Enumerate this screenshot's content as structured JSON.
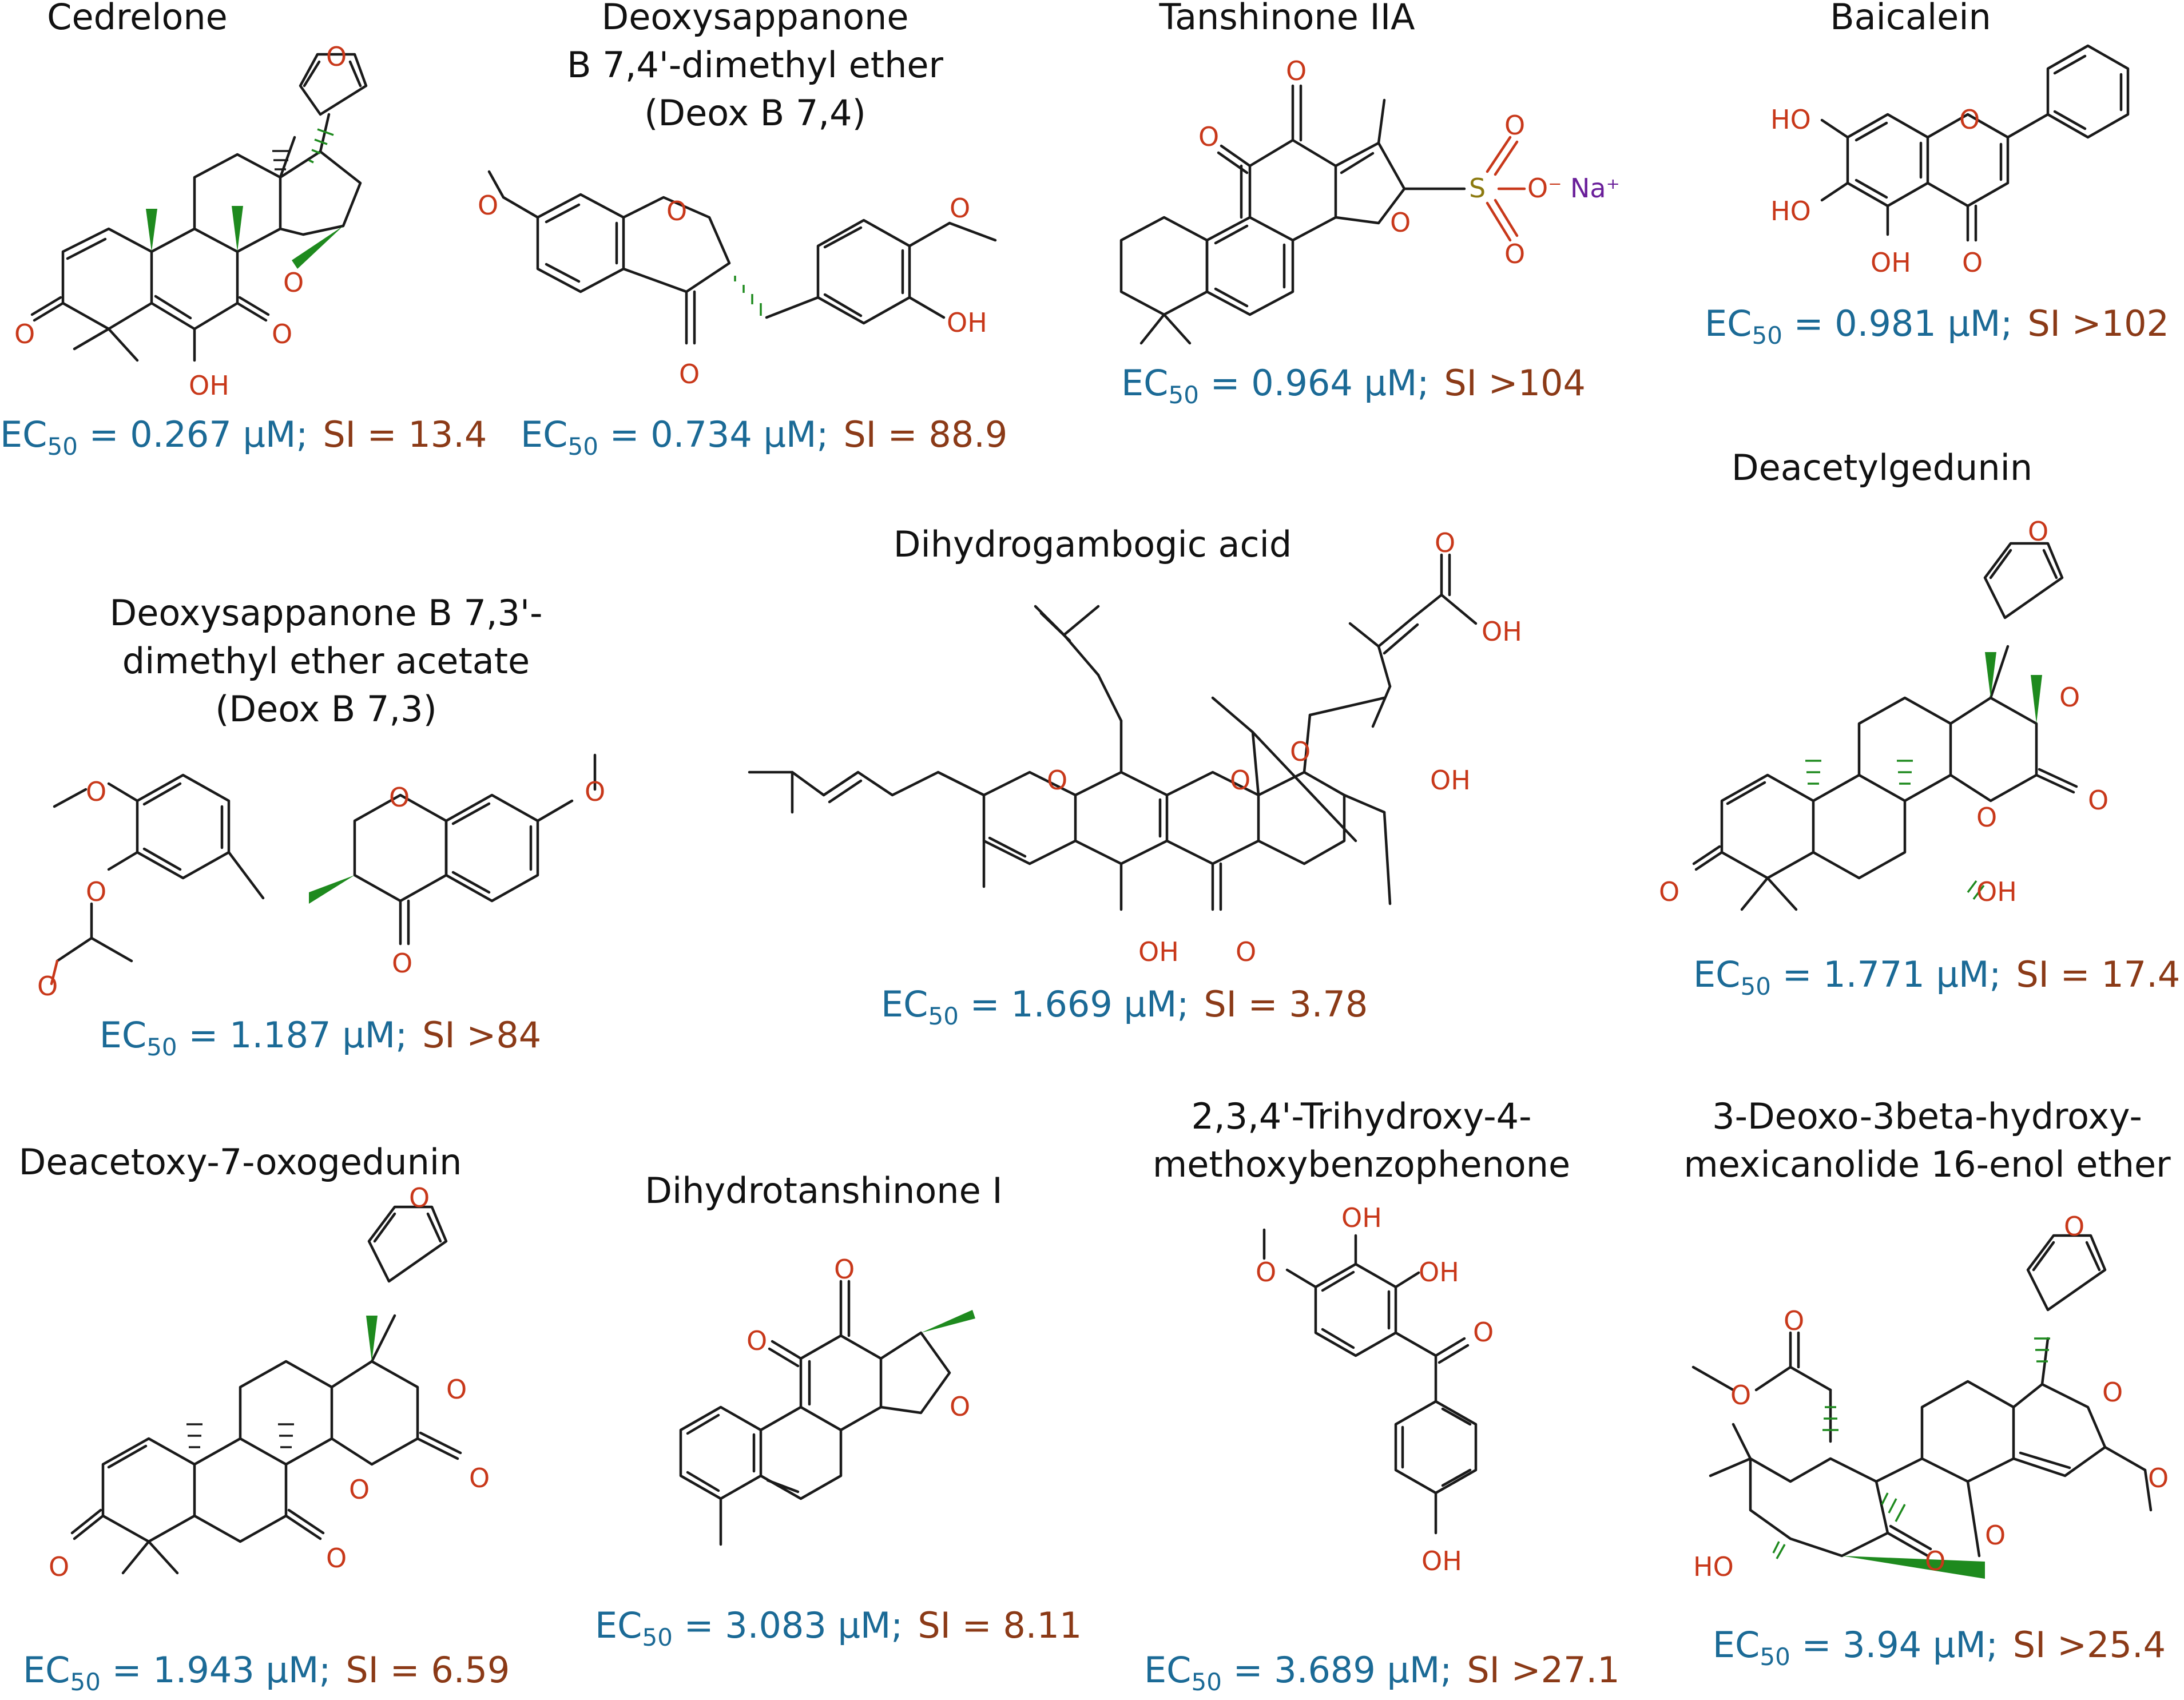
{
  "compounds": [
    {
      "id": "cedrelone",
      "name_lines": [
        "Cedrelone"
      ],
      "ec50_prefix": "EC",
      "ec50_sub": "50",
      "ec50_value": " = 0.267 μM;",
      "si_text": "SI = 13.4",
      "atoms": [
        "O",
        "O",
        "O",
        "OH",
        "O"
      ]
    },
    {
      "id": "deox-b-74",
      "name_lines": [
        "Deoxysappanone",
        "B 7,4'-dimethyl ether",
        "(Deox B 7,4)"
      ],
      "ec50_prefix": "EC",
      "ec50_sub": "50",
      "ec50_value": " = 0.734 μM;",
      "si_text": "SI = 88.9",
      "atoms": [
        "O",
        "O",
        "O",
        "O",
        "OH"
      ]
    },
    {
      "id": "tanshinone-iia",
      "name_lines": [
        "Tanshinone IIA"
      ],
      "ec50_prefix": "EC",
      "ec50_sub": "50",
      "ec50_value": " = 0.964 μM;",
      "si_text": "SI >104",
      "atoms": [
        "O",
        "O",
        "O",
        "S",
        "O",
        "O",
        "O⁻",
        "Na⁺"
      ]
    },
    {
      "id": "baicalein",
      "name_lines": [
        "Baicalein"
      ],
      "ec50_prefix": "EC",
      "ec50_sub": "50",
      "ec50_value": " = 0.981 μM;",
      "si_text": "SI >102",
      "atoms": [
        "HO",
        "HO",
        "OH",
        "O",
        "O"
      ]
    },
    {
      "id": "deacetylgedunin",
      "name_lines": [
        "Deacetylgedunin"
      ],
      "ec50_prefix": "EC",
      "ec50_sub": "50",
      "ec50_value": " = 1.771 μM;",
      "si_text": "SI = 17.4",
      "atoms": [
        "O",
        "O",
        "O",
        "O",
        "O",
        "OH"
      ]
    },
    {
      "id": "dihydrogambogic-acid",
      "name_lines": [
        "Dihydrogambogic acid"
      ],
      "ec50_prefix": "EC",
      "ec50_sub": "50",
      "ec50_value": " = 1.669 μM;",
      "si_text": "SI = 3.78",
      "atoms": [
        "O",
        "OH",
        "O",
        "O",
        "O",
        "OH",
        "OH",
        "O"
      ]
    },
    {
      "id": "deox-b-73",
      "name_lines": [
        "Deoxysappanone B 7,3'-",
        "dimethyl ether acetate",
        "(Deox B 7,3)"
      ],
      "ec50_prefix": "EC",
      "ec50_sub": "50",
      "ec50_value": " = 1.187 μM;",
      "si_text": "SI >84",
      "atoms": [
        "O",
        "O",
        "O",
        "O",
        "O",
        "O"
      ]
    },
    {
      "id": "deacetoxy-7-oxogedunin",
      "name_lines": [
        "Deacetoxy-7-oxogedunin"
      ],
      "ec50_prefix": "EC",
      "ec50_sub": "50",
      "ec50_value": " = 1.943 μM;",
      "si_text": "SI = 6.59",
      "atoms": [
        "O",
        "O",
        "O",
        "O",
        "O",
        "O"
      ]
    },
    {
      "id": "dihydrotanshinone-i",
      "name_lines": [
        "Dihydrotanshinone I"
      ],
      "ec50_prefix": "EC",
      "ec50_sub": "50",
      "ec50_value": " = 3.083 μM;",
      "si_text": "SI = 8.11",
      "atoms": [
        "O",
        "O",
        "O"
      ]
    },
    {
      "id": "trihydroxy-methoxybenzophenone",
      "name_lines": [
        "2,3,4'-Trihydroxy-4-",
        "methoxybenzophenone"
      ],
      "ec50_prefix": "EC",
      "ec50_sub": "50",
      "ec50_value": " = 3.689 μM;",
      "si_text": "SI >27.1",
      "atoms": [
        "OH",
        "OH",
        "O",
        "O",
        "OH"
      ]
    },
    {
      "id": "deoxo-hydroxy-mexicanolide",
      "name_lines": [
        "3-Deoxo-3beta-hydroxy-",
        "mexicanolide 16-enol ether"
      ],
      "ec50_prefix": "EC",
      "ec50_sub": "50",
      "ec50_value": " = 3.94 μM;",
      "si_text": "SI >25.4",
      "atoms": [
        "O",
        "O",
        "O",
        "O",
        "O",
        "O",
        "HO",
        "O"
      ]
    }
  ],
  "colors": {
    "ec50": "#1b6a96",
    "si": "#8b3a17",
    "heteroatom": "#c8381a",
    "bond": "#1a1a1a",
    "stereo": "#1e8a1e",
    "sulfur": "#8c7a10",
    "sodium": "#6a1f9a"
  }
}
